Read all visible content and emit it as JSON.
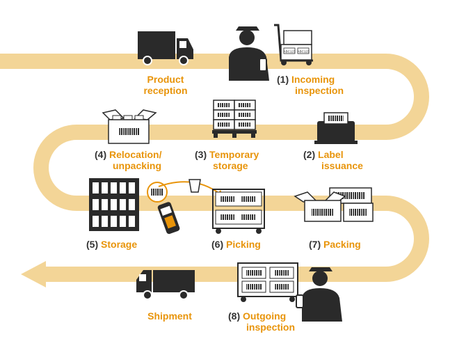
{
  "colors": {
    "path": "#f3d597",
    "accent": "#e8940a",
    "dark": "#2a2a2a",
    "number": "#333333"
  },
  "steps": {
    "product_reception": {
      "line1": "Product",
      "line2": "reception"
    },
    "incoming_inspection": {
      "num": "(1)",
      "line1": "Incoming",
      "line2": "inspection"
    },
    "label_issuance": {
      "num": "(2)",
      "line1": "Label",
      "line2": "issuance"
    },
    "temporary_storage": {
      "num": "(3)",
      "line1": "Temporary",
      "line2": "storage"
    },
    "relocation_unpacking": {
      "num": "(4)",
      "line1": "Relocation/",
      "line2": "unpacking"
    },
    "storage": {
      "num": "(5)",
      "line1": "Storage"
    },
    "picking": {
      "num": "(6)",
      "line1": "Picking"
    },
    "packing": {
      "num": "(7)",
      "line1": "Packing"
    },
    "outgoing_inspection": {
      "num": "(8)",
      "line1": "Outgoing",
      "line2": "inspection"
    },
    "shipment": {
      "line1": "Shipment"
    }
  },
  "box_labels": {
    "left": "ABC123",
    "right": "ABC123"
  },
  "icons": [
    "truck-icon",
    "worker-icon",
    "hand-cart-icon",
    "label-printer-icon",
    "pallet-icon",
    "open-box-icon",
    "storage-shelf-icon",
    "handheld-scanner-icon",
    "cup-icon",
    "picking-cart-icon",
    "packed-box-icon"
  ]
}
